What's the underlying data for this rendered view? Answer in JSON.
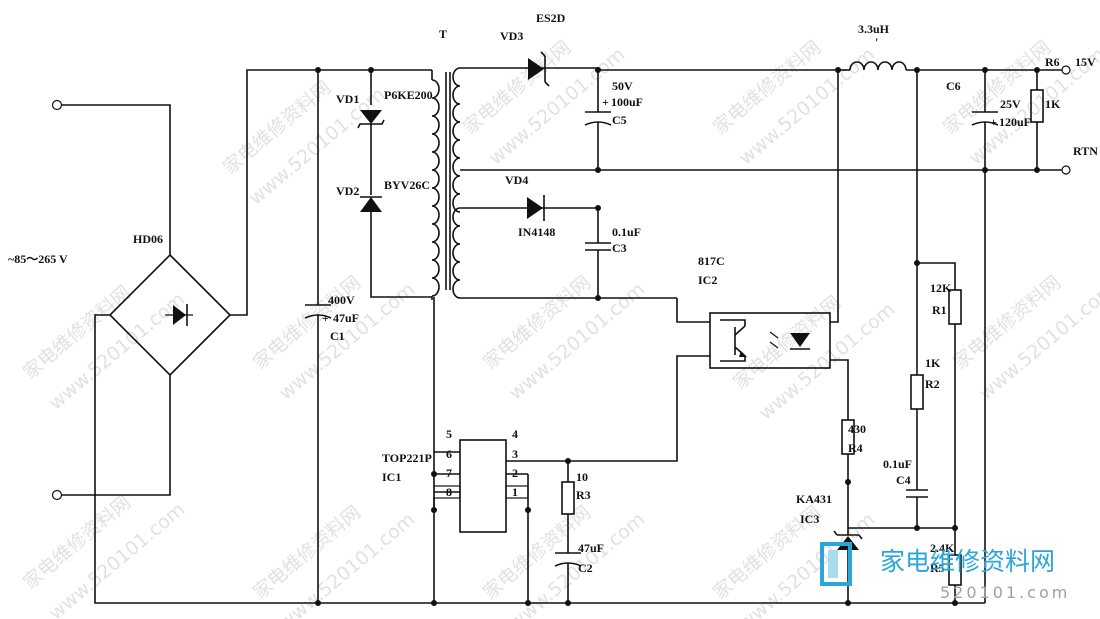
{
  "title": "",
  "input": {
    "voltage": "~85～265 V"
  },
  "bridge": {
    "name": "HD06"
  },
  "transformer": {
    "name": "T"
  },
  "clamp": {
    "vd1": {
      "ref": "VD1",
      "part": "P6KE200"
    },
    "vd2": {
      "ref": "VD2",
      "part": "BYV26C"
    }
  },
  "caps": {
    "c1": {
      "rating": "400V",
      "value": "47uF",
      "ref": "C1"
    },
    "c5": {
      "rating": "50V",
      "value": "100uF",
      "ref": "C5"
    },
    "c3": {
      "value": "0.1uF",
      "ref": "C3"
    },
    "c6": {
      "ref": "C6",
      "rating": "25V",
      "value": "120uF"
    },
    "c4": {
      "value": "0.1uF",
      "ref": "C4"
    },
    "c2": {
      "value": "47uF",
      "ref": "C2"
    }
  },
  "diodes": {
    "vd3": {
      "ref": "VD3",
      "part": "ES2D"
    },
    "vd4": {
      "ref": "VD4",
      "part": "IN4148"
    }
  },
  "inductor": {
    "value": "3.3uH"
  },
  "output": {
    "voltage": "15V",
    "return": "RTN"
  },
  "resistors": {
    "r6": {
      "ref": "R6",
      "value": "1K"
    },
    "r1": {
      "value": "12K",
      "ref": "R1"
    },
    "r2": {
      "value": "1K",
      "ref": "R2"
    },
    "r4": {
      "value": "430",
      "ref": "R4"
    },
    "r3": {
      "value": "10",
      "ref": "R3"
    },
    "r5": {
      "value": "2.4K",
      "ref": "R5"
    }
  },
  "optocoupler": {
    "part": "817C",
    "ref": "IC2"
  },
  "controller": {
    "part": "TOP221P",
    "ref": "IC1",
    "pins": [
      "5",
      "4",
      "6",
      "3",
      "7",
      "2",
      "8",
      "1"
    ]
  },
  "regulator": {
    "part": "KA431",
    "ref": "IC3"
  },
  "watermark": {
    "text": "家电维修资料网",
    "url": "www.520101.com"
  },
  "brand": {
    "name": "家电维修资料网",
    "url": "520101.com"
  }
}
